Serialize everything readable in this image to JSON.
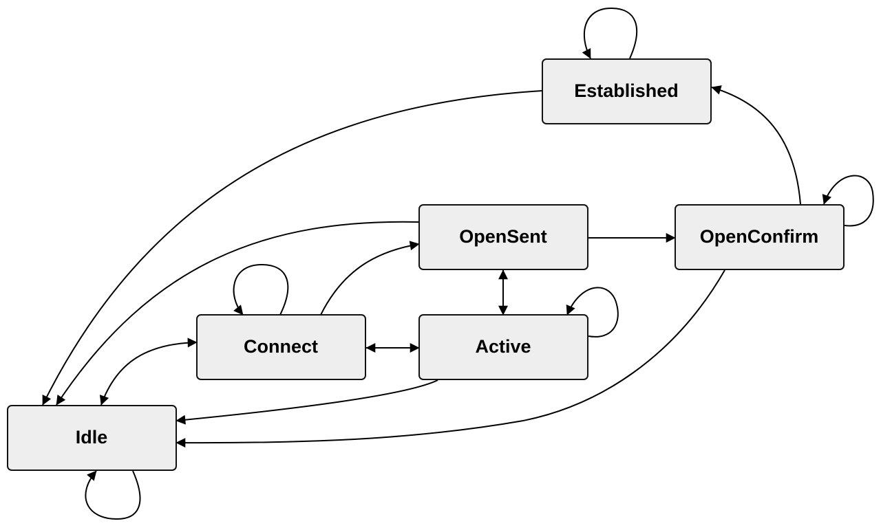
{
  "diagram": {
    "type": "state-diagram",
    "colors": {
      "node_fill": "#eeeeee",
      "node_stroke": "#111111",
      "edge": "#000000",
      "text": "#000000"
    },
    "states": {
      "idle": "Idle",
      "connect": "Connect",
      "active": "Active",
      "opensent": "OpenSent",
      "openconfirm": "OpenConfirm",
      "established": "Established"
    },
    "transitions": [
      {
        "from": "Idle",
        "to": "Idle"
      },
      {
        "from": "Idle",
        "to": "Connect"
      },
      {
        "from": "Connect",
        "to": "Idle"
      },
      {
        "from": "Connect",
        "to": "Connect"
      },
      {
        "from": "Connect",
        "to": "Active"
      },
      {
        "from": "Active",
        "to": "Connect"
      },
      {
        "from": "Connect",
        "to": "OpenSent"
      },
      {
        "from": "Active",
        "to": "Active"
      },
      {
        "from": "Active",
        "to": "OpenSent"
      },
      {
        "from": "OpenSent",
        "to": "Active"
      },
      {
        "from": "Active",
        "to": "Idle"
      },
      {
        "from": "OpenSent",
        "to": "OpenConfirm"
      },
      {
        "from": "OpenSent",
        "to": "Idle"
      },
      {
        "from": "OpenConfirm",
        "to": "OpenConfirm"
      },
      {
        "from": "OpenConfirm",
        "to": "Established"
      },
      {
        "from": "OpenConfirm",
        "to": "Idle"
      },
      {
        "from": "Established",
        "to": "Established"
      },
      {
        "from": "Established",
        "to": "Idle"
      }
    ]
  }
}
